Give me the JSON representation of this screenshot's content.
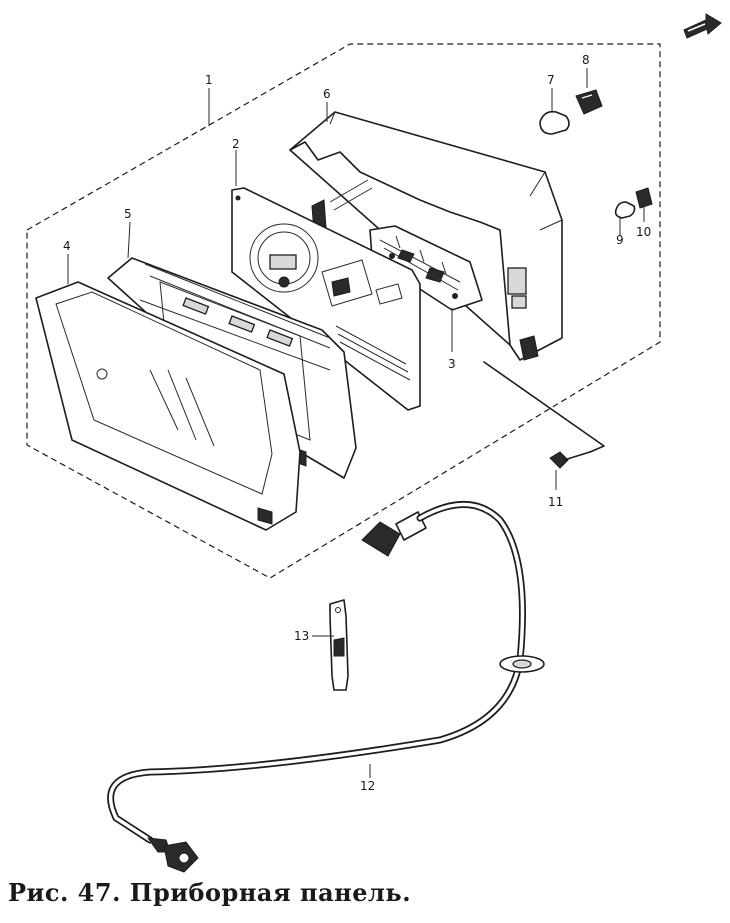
{
  "figure": {
    "caption": "Рис. 47. Приборная панель."
  },
  "part_labels": {
    "p1": "1",
    "p2": "2",
    "p3": "3",
    "p4": "4",
    "p5": "5",
    "p6": "6",
    "p7": "7",
    "p8": "8",
    "p9": "9",
    "p10": "10",
    "p11": "11",
    "p12": "12",
    "p13": "13"
  },
  "icons": {
    "direction_arrow": "front-direction-arrow-icon"
  }
}
